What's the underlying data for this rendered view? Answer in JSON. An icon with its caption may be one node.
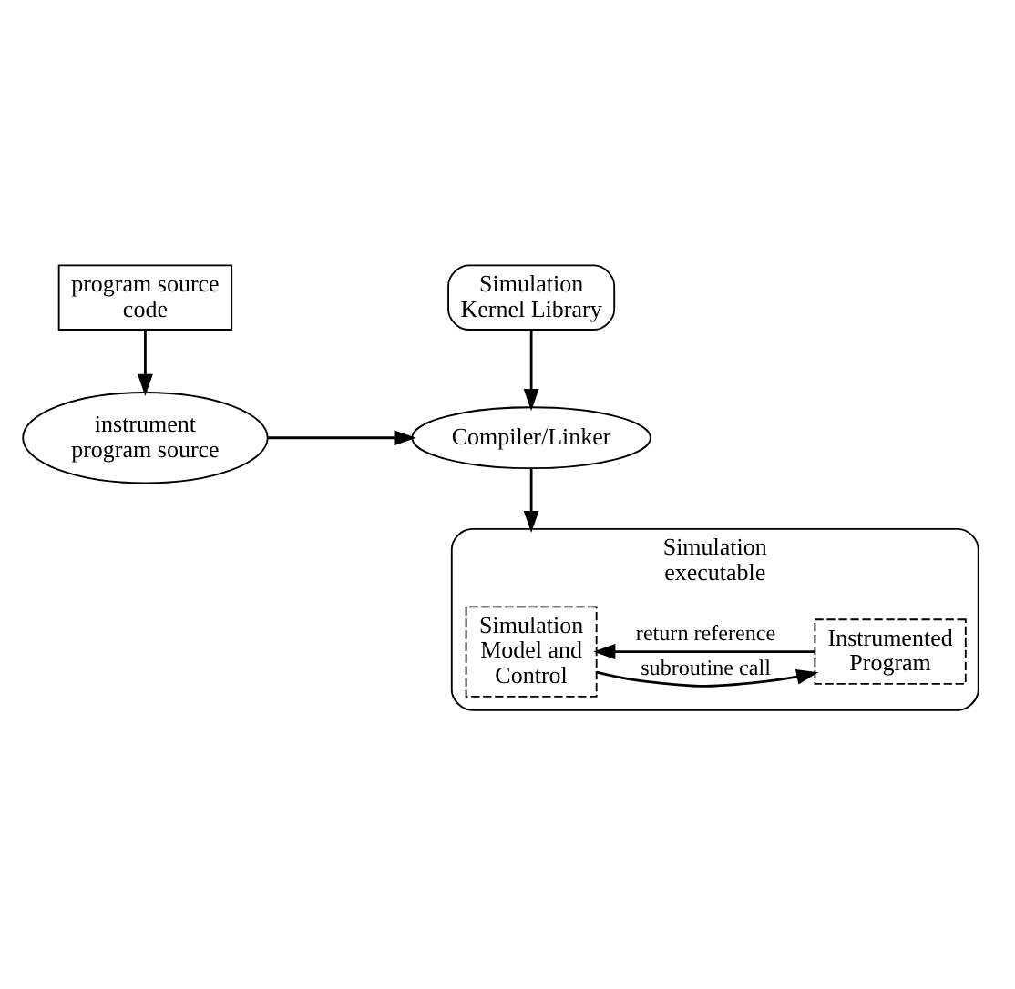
{
  "diagram": {
    "nodes": [
      {
        "text": [
          "program source code"
        ]
      },
      {
        "text": [
          "Simulation Kernel Library"
        ]
      },
      {
        "text": [
          "instrument program source"
        ]
      },
      {
        "text": [
          "Compiler/Linker"
        ]
      },
      {
        "text": [
          "Simulation executable"
        ]
      },
      {
        "text": [
          "Simulation Model and Control"
        ],
        "in": 4
      },
      {
        "text": [
          "Instrumented Program"
        ],
        "in": 4
      }
    ],
    "edges": [
      {
        "from": 0,
        "to": 2,
        "arrow": "to"
      },
      {
        "from": 1,
        "to": 3,
        "arrow": "to"
      },
      {
        "from": 2,
        "to": 3,
        "arrow": "to"
      },
      {
        "from": 3,
        "to": 4,
        "arrow": "to"
      },
      {
        "from": 5,
        "to": 6,
        "arrow": "to",
        "label": "subroutine call"
      },
      {
        "from": 6,
        "to": 5,
        "arrow": "to",
        "label": "return reference"
      }
    ]
  }
}
